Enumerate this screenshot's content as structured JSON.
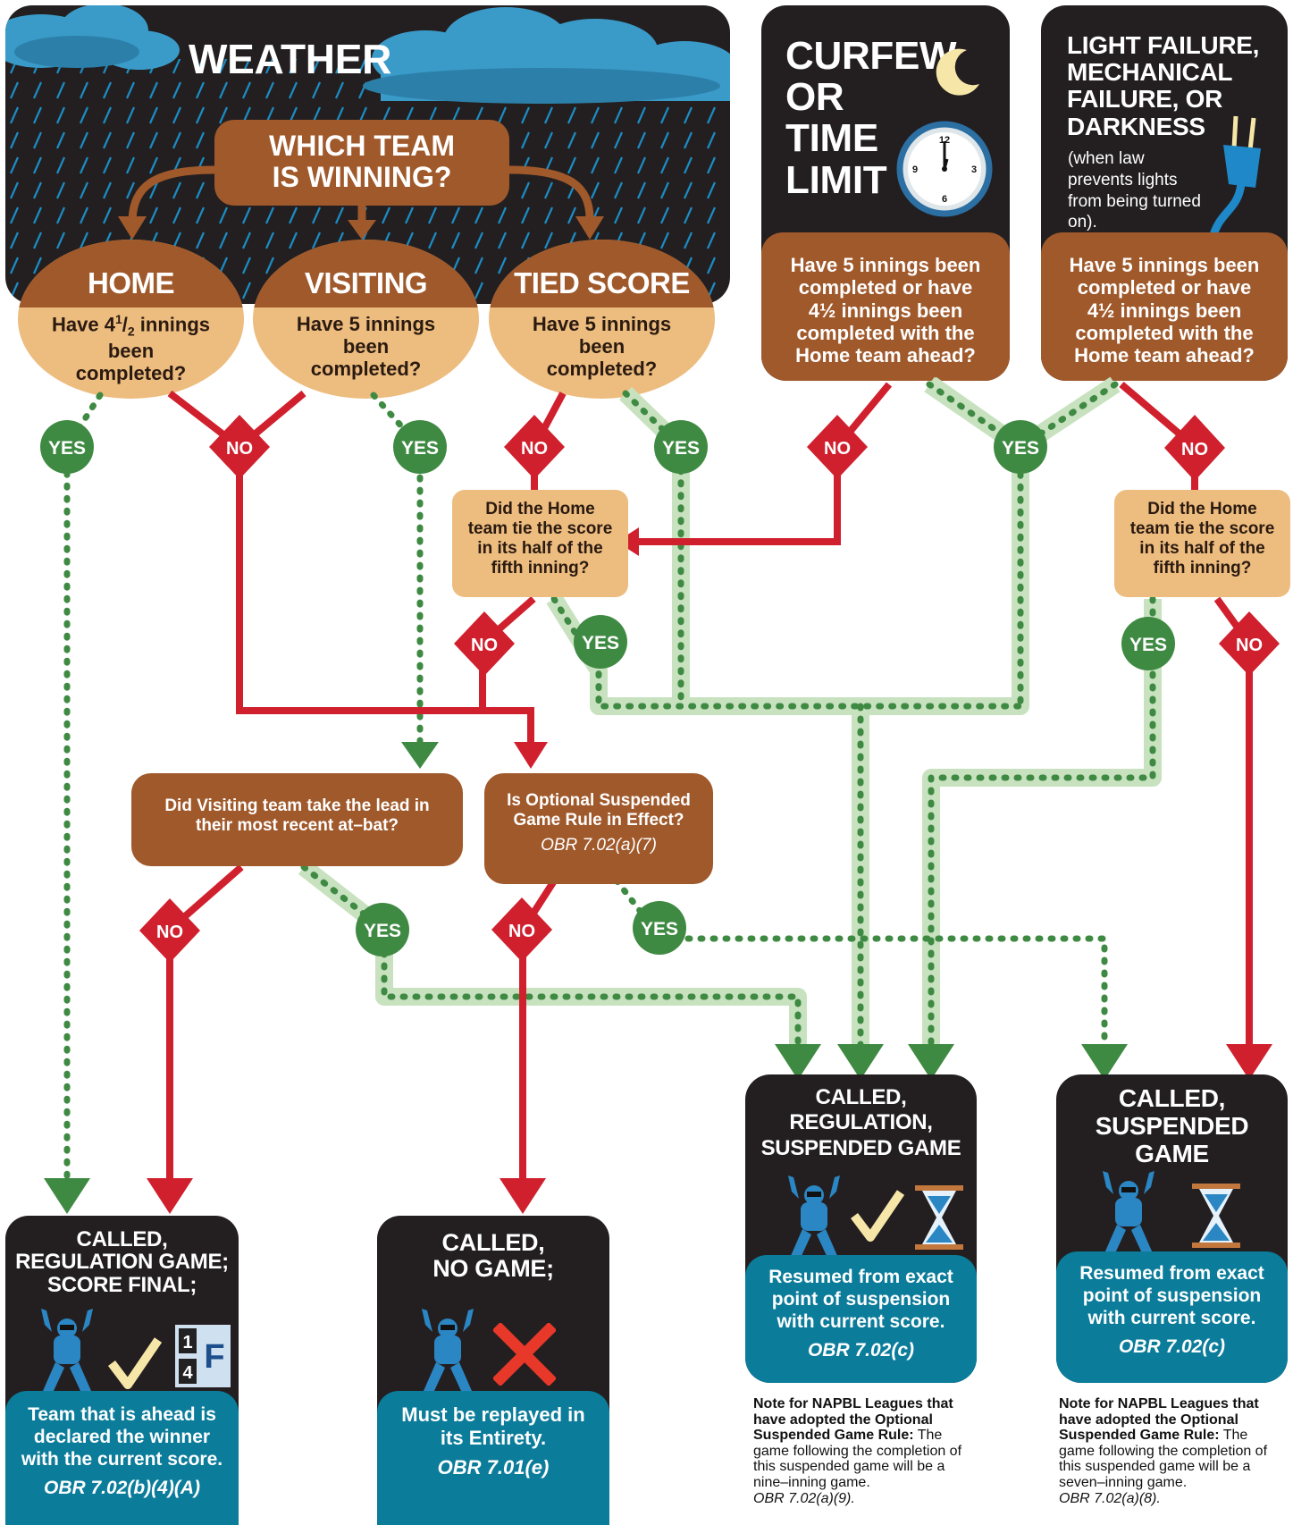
{
  "weather": {
    "title": "WEATHER",
    "question": [
      "WHICH TEAM",
      "IS WINNING?"
    ]
  },
  "curfew": {
    "title": [
      "CURFEW",
      "OR",
      "TIME",
      "LIMIT"
    ],
    "question": "Have 5 innings been completed or have 4½ innings been completed with the Home team ahead?"
  },
  "light": {
    "title": [
      "LIGHT FAILURE,",
      "MECHANICAL",
      "FAILURE, OR",
      "DARKNESS"
    ],
    "subtitle": "(when law prevents lights from being turned on).",
    "question": "Have 5 innings been completed or have 4½ innings been completed with the Home team ahead?"
  },
  "ovals": {
    "home": {
      "title": "HOME",
      "question": "Have 4½ innings been completed?"
    },
    "visiting": {
      "title": "VISITING",
      "question": "Have 5 innings been completed?"
    },
    "tied": {
      "title": "TIED SCORE",
      "question": "Have 5 innings been completed?"
    }
  },
  "labels": {
    "yes": "YES",
    "no": "NO"
  },
  "tie_question": "Did the Home team tie the score in its half of the fifth inning?",
  "visiting_lead": "Did Visiting team take the lead in their most recent at–bat?",
  "optional_rule": {
    "question": "Is Optional Suspended Game Rule in Effect?",
    "cite": "OBR 7.02(a)(7)"
  },
  "outcomes": {
    "regulation_final": {
      "title": [
        "CALLED,",
        "REGULATION GAME;",
        "SCORE FINAL;"
      ],
      "desc": "Team that is ahead is declared the winner with the current score.",
      "cite": "OBR 7.02(b)(4)(A)"
    },
    "no_game": {
      "title": [
        "CALLED,",
        "NO GAME;"
      ],
      "desc": "Must be replayed in its Entirety.",
      "cite": "OBR 7.01(e)"
    },
    "regulation_suspended": {
      "title": [
        "CALLED,",
        "REGULATION,",
        "SUSPENDED GAME"
      ],
      "desc": "Resumed from exact point of suspension with current score.",
      "cite": "OBR 7.02(c)"
    },
    "suspended": {
      "title": [
        "CALLED,",
        "SUSPENDED",
        "GAME"
      ],
      "desc": "Resumed from exact point of suspension with current score.",
      "cite": "OBR 7.02(c)"
    }
  },
  "notes": {
    "left": {
      "bold": "Note for NAPBL Leagues that have adopted the Optional Suspended Game Rule:",
      "text": " The game following the completion of this suspended game will be a nine–inning game.",
      "cite": "OBR 7.02(a)(9)."
    },
    "right": {
      "bold": "Note for NAPBL Leagues that have adopted the Optional Suspended Game Rule:",
      "text": " The game following the completion of this suspended game will be a seven–inning game.",
      "cite": "OBR 7.02(a)(8)."
    }
  },
  "scoreboard": {
    "d1": "1",
    "d2": "4",
    "final": "F"
  },
  "clock": {
    "n12": "12",
    "n3": "3",
    "n6": "6",
    "n9": "9"
  },
  "colors": {
    "no_red": "#d0202e",
    "yes_green": "#3f8a43",
    "pale_green": "#c8e2c0",
    "brown": "#a0592b",
    "tan": "#edbc7f",
    "teal": "#0b7c9a",
    "black": "#231f20"
  }
}
